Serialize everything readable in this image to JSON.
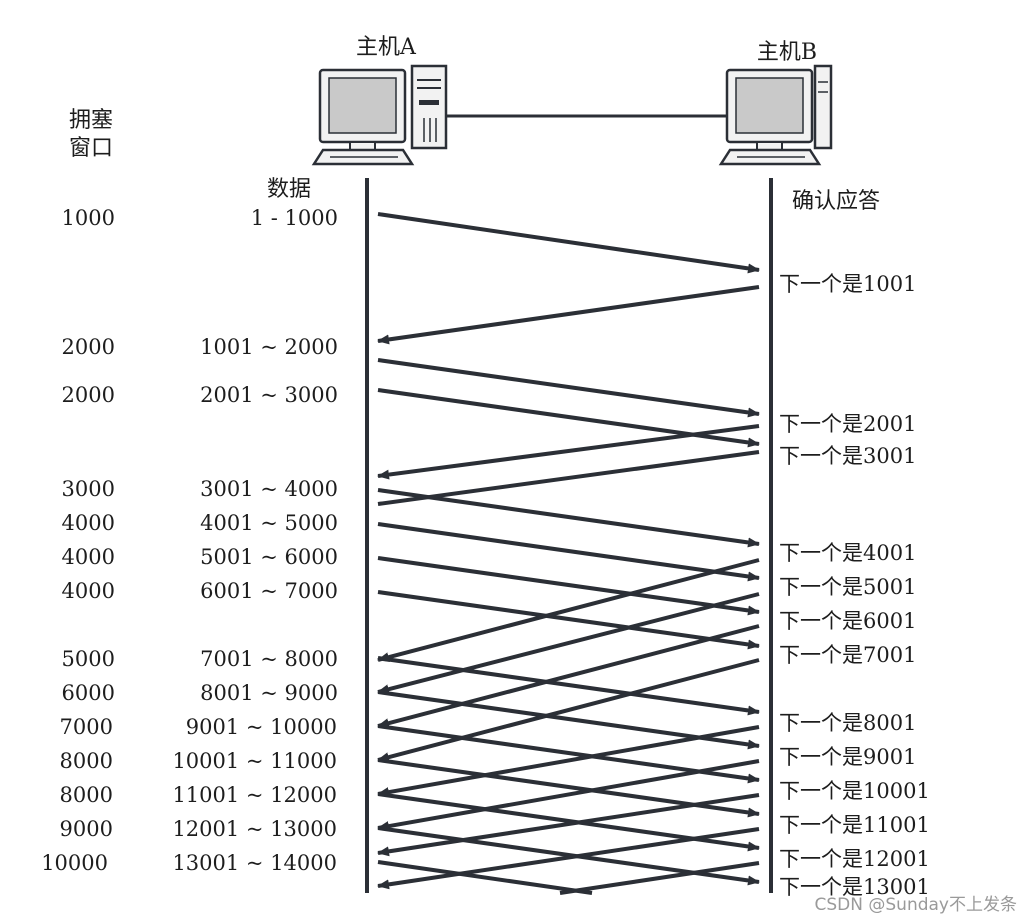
{
  "hosts": {
    "a_label": "主机A",
    "b_label": "主机B"
  },
  "headers": {
    "window_line1": "拥塞",
    "window_line2": "窗口",
    "data": "数据",
    "ack": "确认应答"
  },
  "rows": [
    {
      "window": "1000",
      "range": "1 - 1000"
    },
    {
      "window": "2000",
      "range": "1001 ~ 2000"
    },
    {
      "window": "2000",
      "range": "2001 ~ 3000"
    },
    {
      "window": "3000",
      "range": "3001 ~ 4000"
    },
    {
      "window": "4000",
      "range": "4001 ~ 5000"
    },
    {
      "window": "4000",
      "range": "5001 ~ 6000"
    },
    {
      "window": "4000",
      "range": "6001 ~ 7000"
    },
    {
      "window": "5000",
      "range": "7001 ~ 8000"
    },
    {
      "window": "6000",
      "range": "8001 ~ 9000"
    },
    {
      "window": "7000",
      "range": "9001 ~ 10000"
    },
    {
      "window": "8000",
      "range": "10001 ~ 11000"
    },
    {
      "window": "8000",
      "range": "11001 ~ 12000"
    },
    {
      "window": "9000",
      "range": "12001 ~ 13000"
    },
    {
      "window": "10000",
      "range": "13001 ~ 14000"
    }
  ],
  "acks": [
    "下一个是1001",
    "下一个是2001",
    "下一个是3001",
    "下一个是4001",
    "下一个是5001",
    "下一个是6001",
    "下一个是7001",
    "下一个是8001",
    "下一个是9001",
    "下一个是10001",
    "下一个是11001",
    "下一个是12001",
    "下一个是13001"
  ],
  "watermark": "CSDN @Sunday不上发条",
  "colors": {
    "line": "#2b2f36",
    "device_fill": "#f2f2f2",
    "screen": "#c9c9c9",
    "text": "#1d1d1d"
  },
  "icons": {
    "host_a": "desktop-computer-icon",
    "host_b": "desktop-computer-icon"
  }
}
